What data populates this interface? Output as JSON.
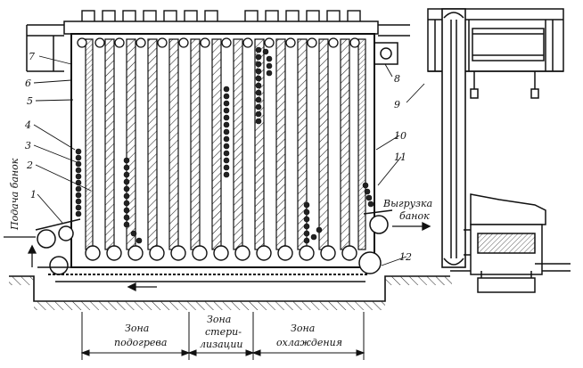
{
  "callouts": {
    "n1": "1",
    "n2": "2",
    "n3": "3",
    "n4": "4",
    "n5": "5",
    "n6": "6",
    "n7": "7",
    "n8": "8",
    "n9": "9",
    "n10": "10",
    "n11": "11",
    "n12": "12"
  },
  "labels": {
    "feed": "Подача банок",
    "unload_line1": "Выгрузка",
    "unload_line2": "банок"
  },
  "zones": {
    "heating_line1": "Зона",
    "heating_line2": "подогрева",
    "steril_line1": "Зона",
    "steril_line2": "стери-",
    "steril_line3": "лизации",
    "cooling_line1": "Зона",
    "cooling_line2": "охлаждения"
  }
}
